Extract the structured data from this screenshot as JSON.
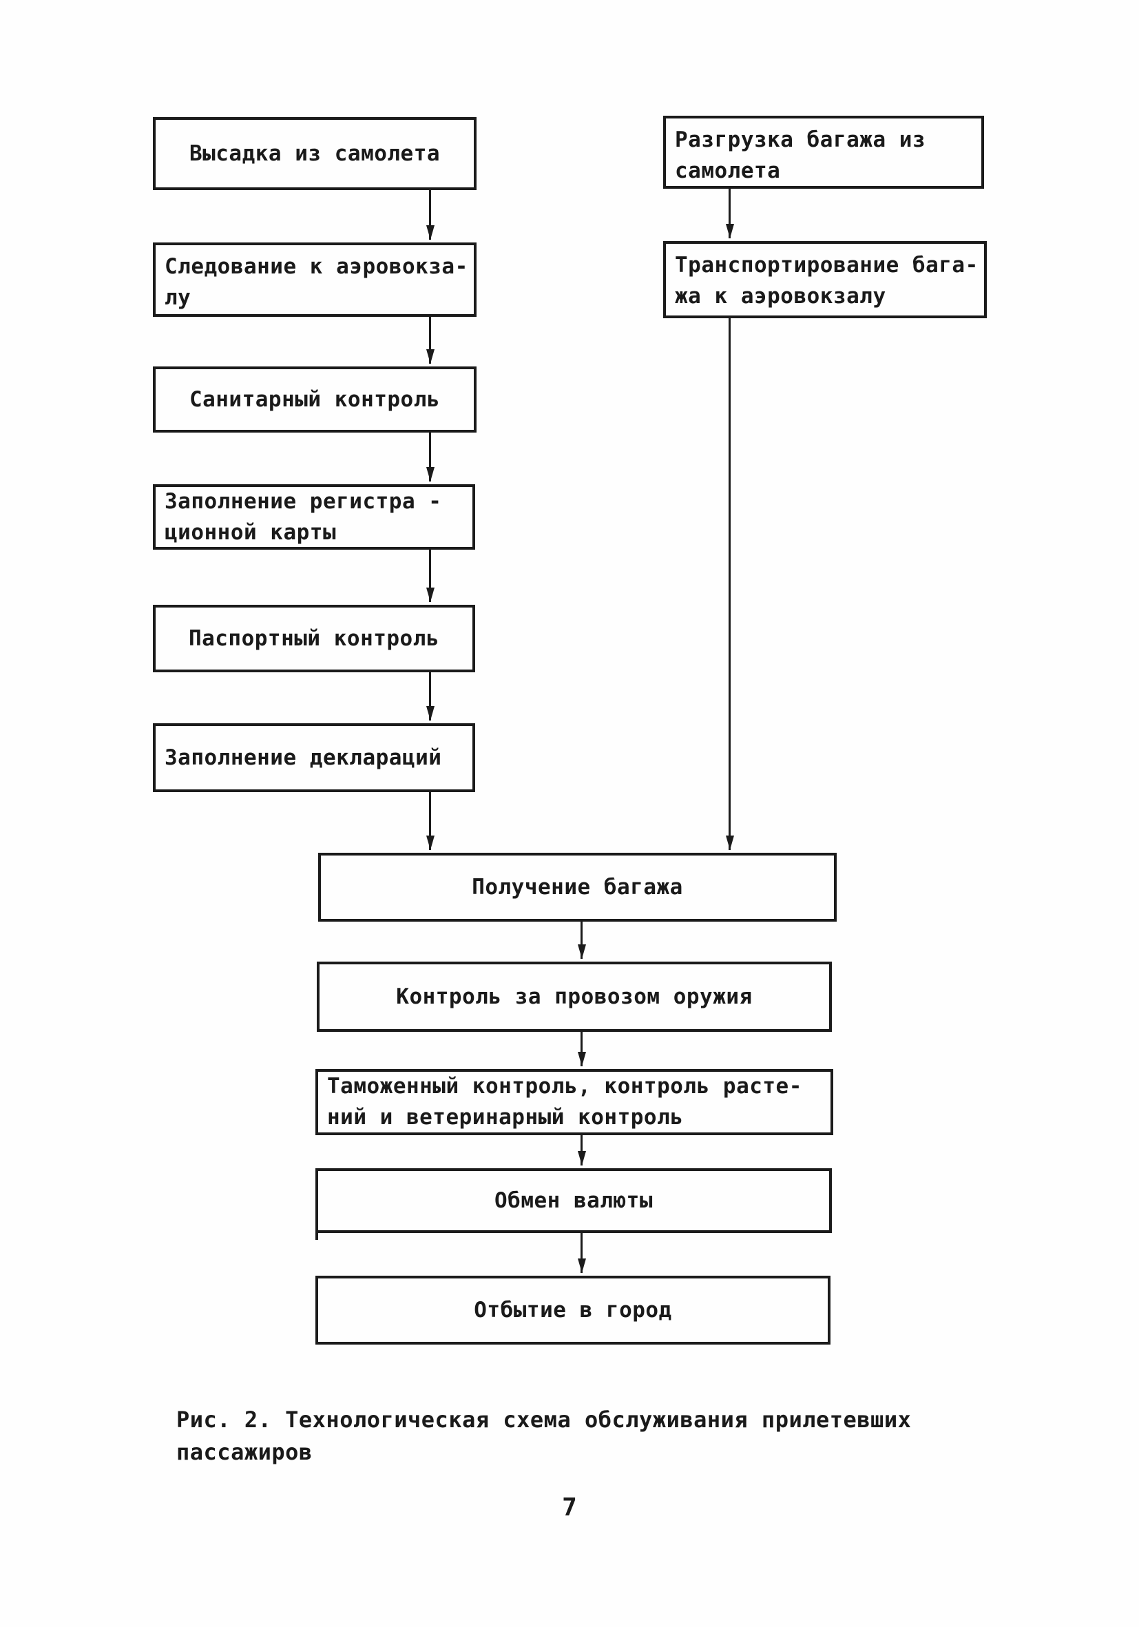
{
  "colors": {
    "ink": "#1b1b1b",
    "paper": "#fefefe"
  },
  "flowchart": {
    "left_column": [
      {
        "name": "disembark",
        "text": "Высадка из самолета"
      },
      {
        "name": "walk_to_terminal",
        "text": "Следование к аэровокза-\nлу"
      },
      {
        "name": "sanitary_control",
        "text": "Санитарный контроль"
      },
      {
        "name": "registration_card",
        "text": "Заполнение регистра -\nционной карты"
      },
      {
        "name": "passport_control",
        "text": "Паспортный контроль"
      },
      {
        "name": "declarations",
        "text": "Заполнение деклараций"
      }
    ],
    "right_column": [
      {
        "name": "baggage_unloading",
        "text": "Разгрузка багажа из\nсамолета"
      },
      {
        "name": "baggage_transport",
        "text": "Транспортирование бага-\nжа к аэровокзалу"
      }
    ],
    "center_column": [
      {
        "name": "baggage_claim",
        "text": "Получение багажа"
      },
      {
        "name": "weapons_control",
        "text": "Контроль за провозом оружия"
      },
      {
        "name": "customs_control",
        "text": "Таможенный контроль, контроль расте-\nний и ветеринарный контроль"
      },
      {
        "name": "currency_exchange",
        "text": "Обмен валюты"
      },
      {
        "name": "departure_to_city",
        "text": "Отбытие в город"
      }
    ]
  },
  "figure": {
    "caption": "Рис. 2. Технологическая схема обслуживания прилетевших\nпассажиров"
  },
  "page": {
    "number": "7"
  }
}
